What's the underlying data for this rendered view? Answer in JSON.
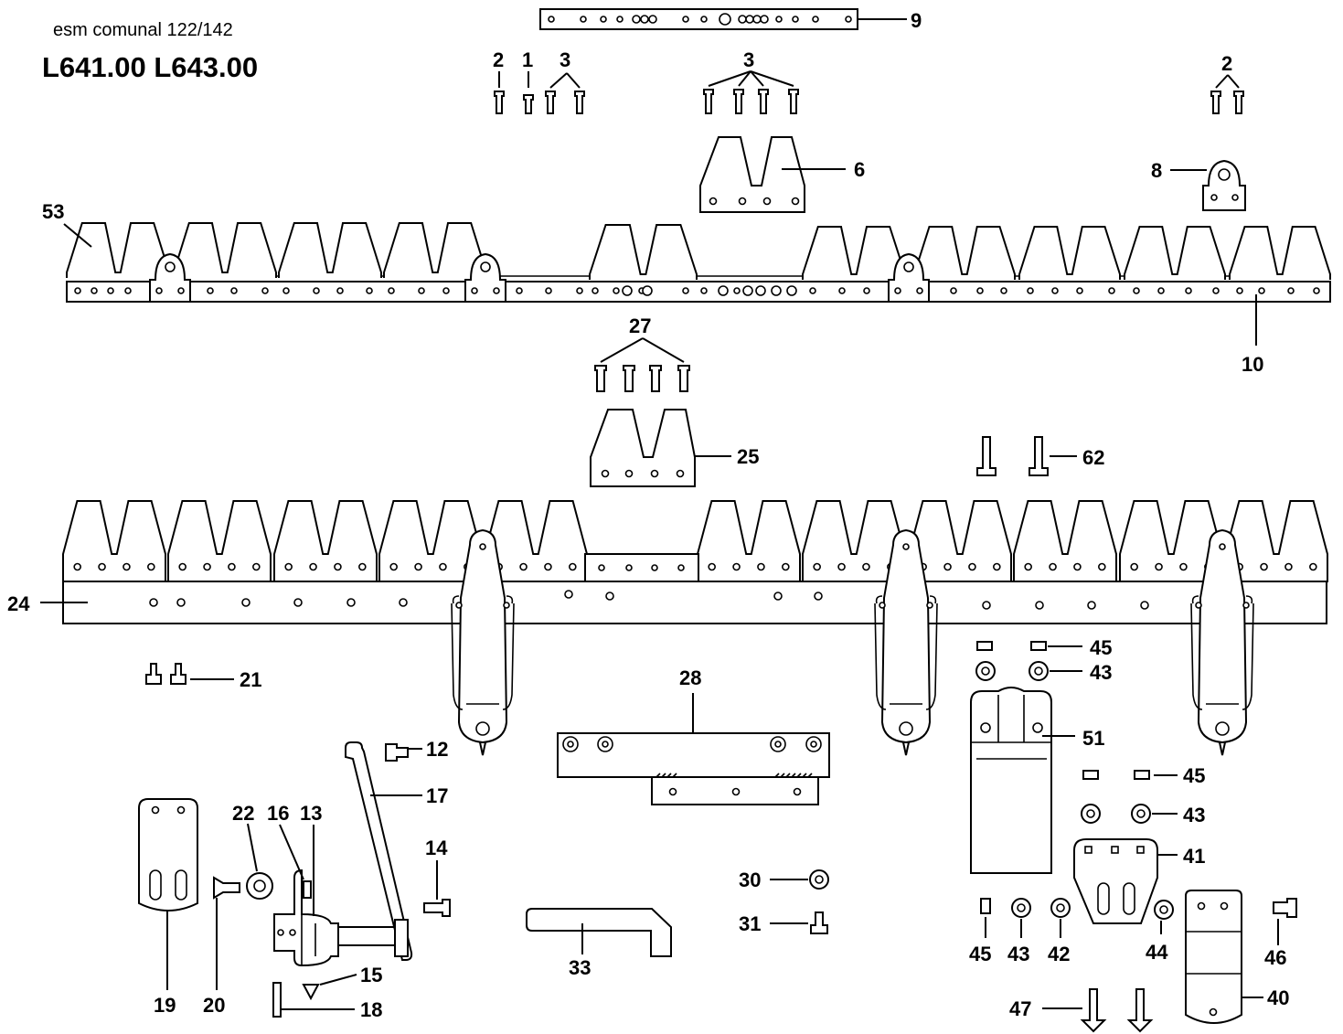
{
  "header": {
    "subtitle": "esm comunal 122/142",
    "title": "L641.00  L643.00"
  },
  "callouts": [
    {
      "id": "c9",
      "label": "9"
    },
    {
      "id": "c2a",
      "label": "2"
    },
    {
      "id": "c1",
      "label": "1"
    },
    {
      "id": "c3a",
      "label": "3"
    },
    {
      "id": "c3b",
      "label": "3"
    },
    {
      "id": "c2b",
      "label": "2"
    },
    {
      "id": "c6",
      "label": "6"
    },
    {
      "id": "c8",
      "label": "8"
    },
    {
      "id": "c53",
      "label": "53"
    },
    {
      "id": "c10",
      "label": "10"
    },
    {
      "id": "c27",
      "label": "27"
    },
    {
      "id": "c25",
      "label": "25"
    },
    {
      "id": "c62",
      "label": "62"
    },
    {
      "id": "c24",
      "label": "24"
    },
    {
      "id": "c45a",
      "label": "45"
    },
    {
      "id": "c43a",
      "label": "43"
    },
    {
      "id": "c21",
      "label": "21"
    },
    {
      "id": "c28",
      "label": "28"
    },
    {
      "id": "c51",
      "label": "51"
    },
    {
      "id": "c12",
      "label": "12"
    },
    {
      "id": "c17",
      "label": "17"
    },
    {
      "id": "c45b",
      "label": "45"
    },
    {
      "id": "c43b",
      "label": "43"
    },
    {
      "id": "c22",
      "label": "22"
    },
    {
      "id": "c16",
      "label": "16"
    },
    {
      "id": "c13",
      "label": "13"
    },
    {
      "id": "c14",
      "label": "14"
    },
    {
      "id": "c41",
      "label": "41"
    },
    {
      "id": "c30",
      "label": "30"
    },
    {
      "id": "c31",
      "label": "31"
    },
    {
      "id": "c33",
      "label": "33"
    },
    {
      "id": "c15",
      "label": "15"
    },
    {
      "id": "c18",
      "label": "18"
    },
    {
      "id": "c19",
      "label": "19"
    },
    {
      "id": "c20",
      "label": "20"
    },
    {
      "id": "c45c",
      "label": "45"
    },
    {
      "id": "c43c",
      "label": "43"
    },
    {
      "id": "c42",
      "label": "42"
    },
    {
      "id": "c44",
      "label": "44"
    },
    {
      "id": "c46",
      "label": "46"
    },
    {
      "id": "c40",
      "label": "40"
    },
    {
      "id": "c47",
      "label": "47"
    }
  ]
}
